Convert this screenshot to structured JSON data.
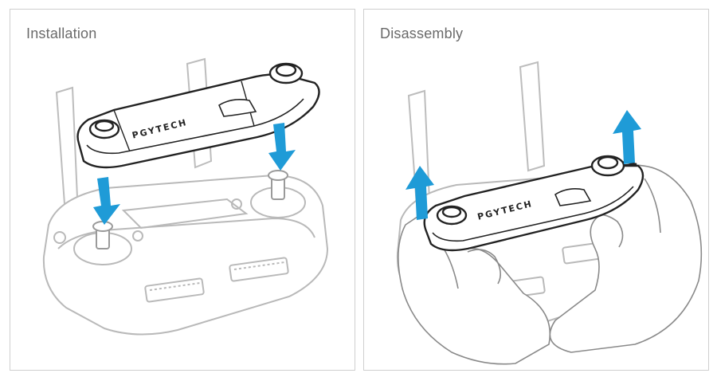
{
  "panels": [
    {
      "title": "Installation"
    },
    {
      "title": "Disassembly"
    }
  ],
  "brand": "PGYTECH",
  "colors": {
    "arrow": "#1f9bd7",
    "outline": "#b9b9b9",
    "cover_outline": "#222222",
    "border": "#cfcfcf",
    "title_text": "#6a6a6a"
  },
  "icons": [
    "arrow-down-icon",
    "arrow-up-icon"
  ]
}
